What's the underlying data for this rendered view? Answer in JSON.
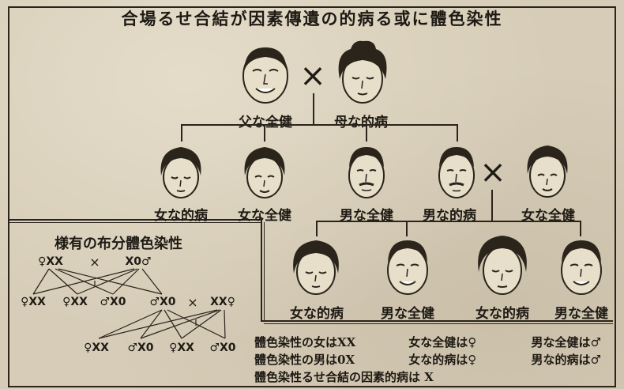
{
  "title": "合場るせ合結が因素傳遺の的病る或に體色染性",
  "parents": {
    "father_label": "父な全健",
    "mother_label": "母な的病",
    "cross_symbol": "×"
  },
  "children": [
    {
      "label": "女な的病"
    },
    {
      "label": "女な全健"
    },
    {
      "label": "男な全健"
    },
    {
      "label": "男な的病"
    }
  ],
  "spouse_label": "女な全健",
  "grandchildren": [
    {
      "label": "女な的病"
    },
    {
      "label": "男な全健"
    },
    {
      "label": "女な的病"
    },
    {
      "label": "男な全健"
    }
  ],
  "inset": {
    "title": "様有の布分體色染性",
    "row1": [
      "♀XX",
      "×",
      "X0♂"
    ],
    "row2": [
      "♀XX",
      "♀XX",
      "♂X0",
      "♂X0",
      "×",
      "XX♀"
    ],
    "row3": [
      "♀XX",
      "♂X0",
      "♀XX",
      "♂X0"
    ]
  },
  "legend": {
    "line1_a": "體色染性の女はXX",
    "line1_b": "女な全健は♀",
    "line1_c": "男な全健は♂",
    "line2_a": "體色染性の男は0X",
    "line2_b": "女な的病は♀",
    "line2_c": "男な的病は♂",
    "line3": "體色染性るせ合結の因素的病は X"
  }
}
